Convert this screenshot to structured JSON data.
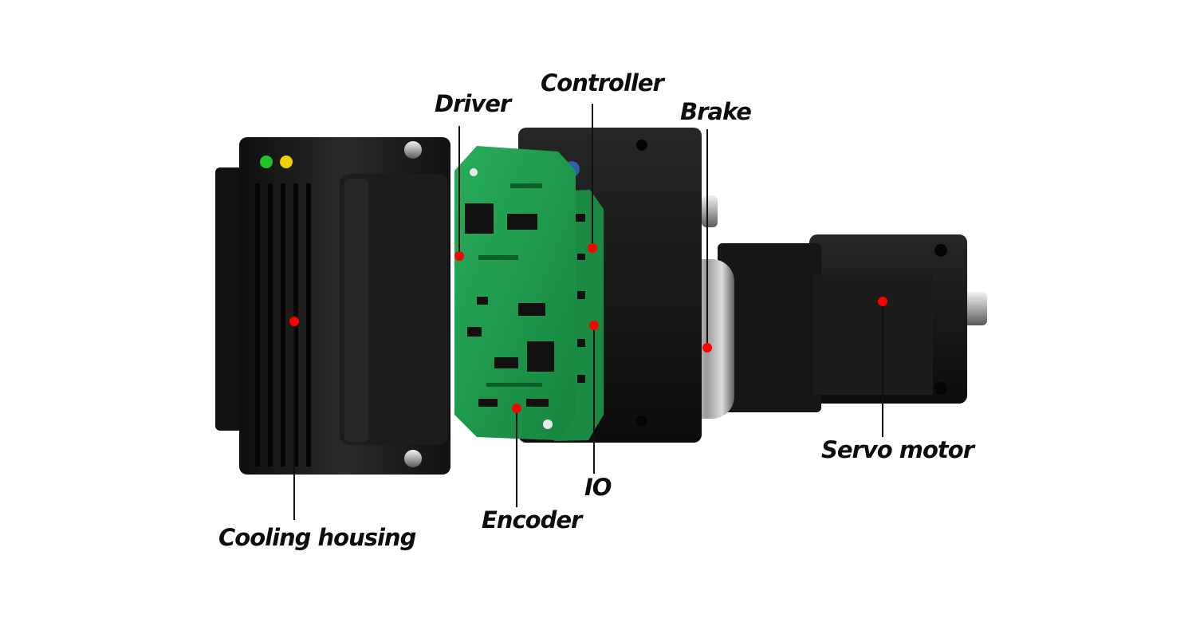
{
  "labels": {
    "driver": "Driver",
    "controller": "Controller",
    "brake": "Brake",
    "io": "IO",
    "encoder": "Encoder",
    "cooling_housing": "Cooling housing",
    "servo_motor": "Servo motor"
  },
  "colors": {
    "leader_line": "#111111",
    "marker": "#ff0000",
    "pcb": "#1f9a4e",
    "housing": "#1a1a1a",
    "led_green": "#22c42a",
    "led_yellow": "#f0d000"
  },
  "icons": {
    "marker": "red-dot-marker"
  }
}
